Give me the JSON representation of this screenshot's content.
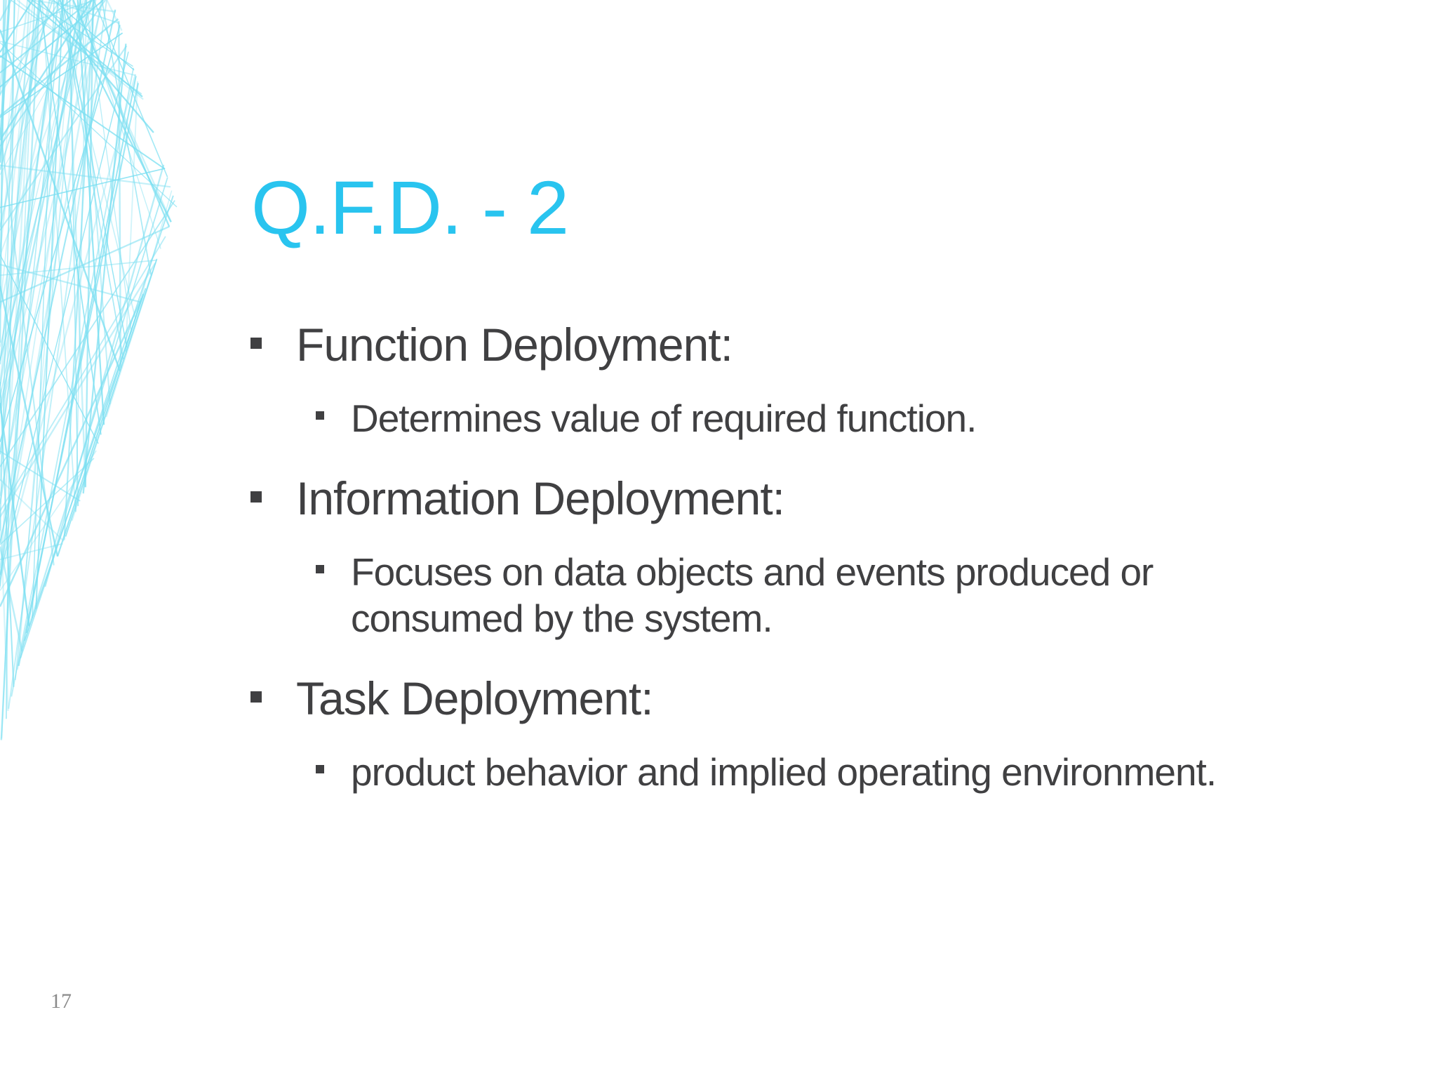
{
  "slide": {
    "title": "Q.F.D. - 2",
    "page_number": "17",
    "bullets": [
      {
        "label": "Function Deployment:",
        "sub": [
          "Determines value of required function."
        ]
      },
      {
        "label": "Information Deployment:",
        "sub": [
          "Focuses on data objects and events produced or consumed by the system."
        ]
      },
      {
        "label": "Task Deployment:",
        "sub": [
          "product behavior and implied operating environment."
        ]
      }
    ],
    "colors": {
      "title": "#29c4ef",
      "body_text": "#404042",
      "decoration": "#7de0f2",
      "page_number": "#8a8a8a"
    }
  }
}
